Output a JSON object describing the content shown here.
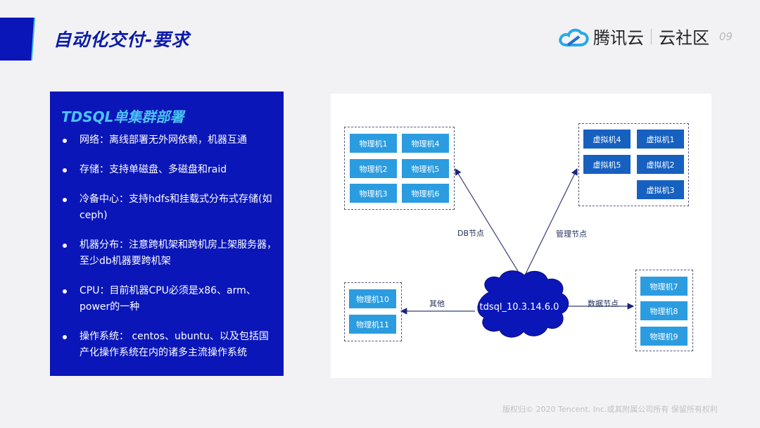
{
  "header": {
    "title": "自动化交付-要求",
    "logo_brand": "腾讯云",
    "logo_community": "云社区",
    "page_number": "09"
  },
  "panel": {
    "title": "TDSQL单集群部署",
    "bullets": [
      "网络：离线部署无外网依赖，机器互通",
      "存储：支持单磁盘、多磁盘和raid",
      "冷备中心：支持hdfs和挂载式分布式存储(如ceph)",
      "机器分布：注意跨机架和跨机房上架服务器，至少db机器要跨机架",
      "CPU：目前机器CPU必须是x86、arm、power的一种",
      "操作系统：  centos、ubuntu、以及包括国产化操作系统在内的诸多主流操作系统"
    ]
  },
  "diagram": {
    "cloud_label": "tdsql_10.3.14.6.0",
    "db_group": [
      "物理机1",
      "物理机4",
      "物理机2",
      "物理机5",
      "物理机3",
      "物理机6"
    ],
    "mgmt_group": [
      "虚拟机4",
      "虚拟机1",
      "虚拟机5",
      "虚拟机2",
      "虚拟机3"
    ],
    "other_group": [
      "物理机10",
      "物理机11"
    ],
    "data_group": [
      "物理机7",
      "物理机8",
      "物理机9"
    ],
    "edge_labels": {
      "db": "DB节点",
      "mgmt": "管理节点",
      "other": "其他",
      "data": "数据节点"
    },
    "colors": {
      "physical": "#2b9ce0",
      "virtual": "#1660c0",
      "cloud": "#0a16b8"
    }
  },
  "footer": {
    "copyright": "版权归© 2020 Tencent, Inc.或其附属公司所有 保留所有权利"
  }
}
